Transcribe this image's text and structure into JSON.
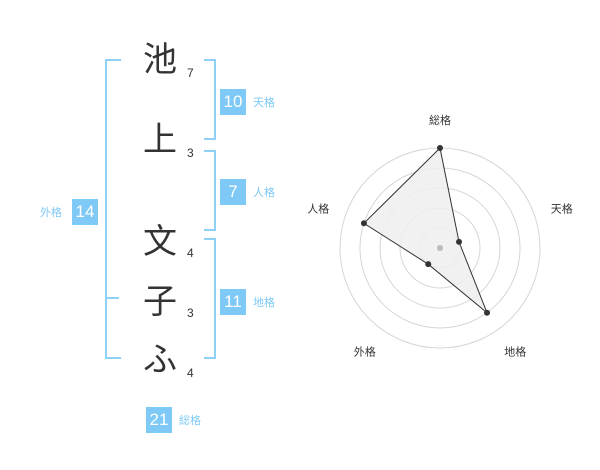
{
  "name": {
    "chars": [
      "池",
      "上",
      "文",
      "子",
      "ふ"
    ],
    "strokes": [
      "7",
      "3",
      "4",
      "3",
      "4"
    ]
  },
  "kaku": {
    "tenkaku": {
      "value": "10",
      "label": "天格"
    },
    "jinkaku": {
      "value": "7",
      "label": "人格"
    },
    "chikaku": {
      "value": "11",
      "label": "地格"
    },
    "gaikaku": {
      "value": "14",
      "label": "外格"
    },
    "soukaku": {
      "value": "21",
      "label": "総格"
    }
  },
  "chart_data": {
    "type": "radar",
    "axes": [
      "総格",
      "天格",
      "地格",
      "外格",
      "人格"
    ],
    "values": [
      5,
      1,
      4,
      1,
      4
    ],
    "max": 5,
    "rings": 5,
    "colors": {
      "fill": "#efefef",
      "stroke": "#333333",
      "ring": "#d6d6d6",
      "center": "#bbbbbb"
    }
  }
}
